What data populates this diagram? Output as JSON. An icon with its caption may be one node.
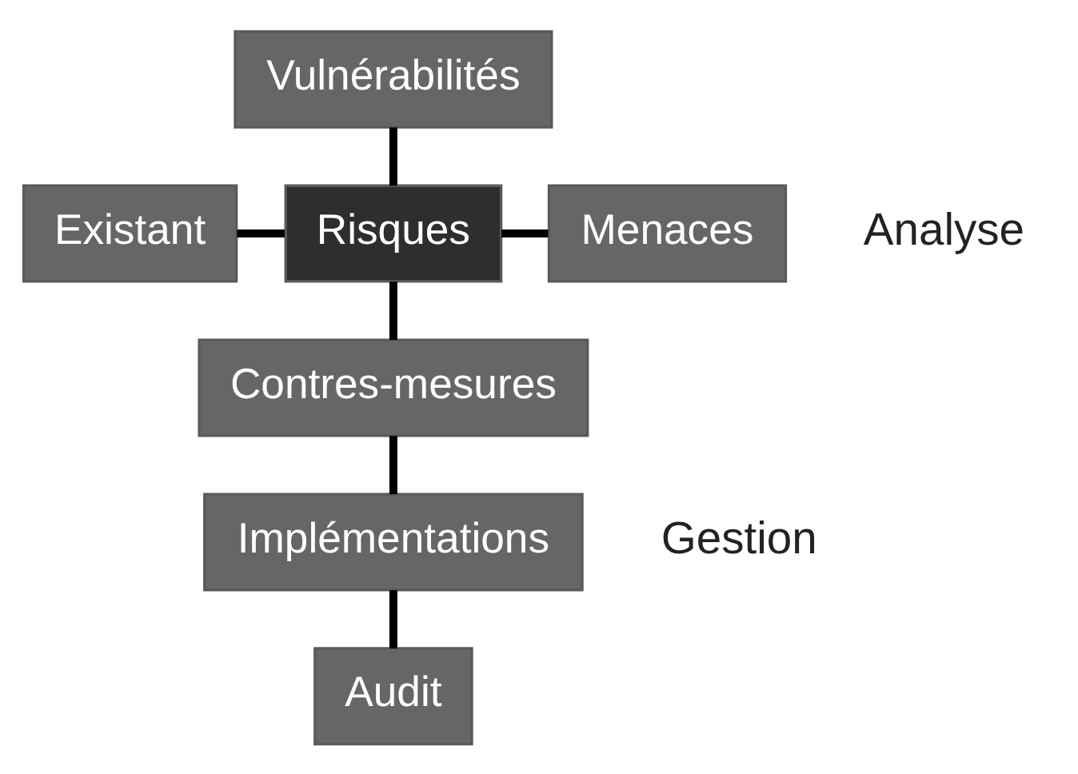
{
  "diagram": {
    "nodes": [
      {
        "text": [
          "Vulnérabilités"
        ]
      },
      {
        "text": [
          "Existant"
        ]
      },
      {
        "text": [
          "Risques"
        ]
      },
      {
        "text": [
          "Menaces"
        ]
      },
      {
        "text": [
          "Contres-mesures"
        ]
      },
      {
        "text": [
          "Implémentations"
        ]
      },
      {
        "text": [
          "Audit"
        ]
      }
    ],
    "edges": [
      {
        "from": 0,
        "to": 2,
        "arrow": "none"
      },
      {
        "from": 1,
        "to": 2,
        "arrow": "none"
      },
      {
        "from": 2,
        "to": 3,
        "arrow": "none"
      },
      {
        "from": 2,
        "to": 4,
        "arrow": "none"
      },
      {
        "from": 4,
        "to": 5,
        "arrow": "none"
      },
      {
        "from": 5,
        "to": 6,
        "arrow": "none"
      }
    ],
    "labels": [
      "Analyse",
      "Gestion"
    ]
  }
}
